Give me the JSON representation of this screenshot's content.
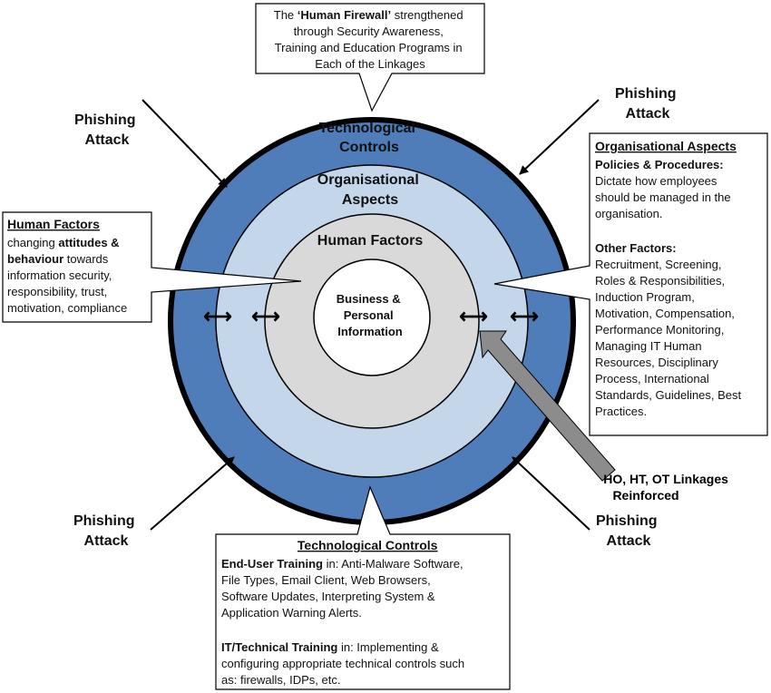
{
  "colors": {
    "outer_ring": "#4f7db9",
    "middle_ring": "#c4d6ea",
    "inner_ring": "#d9d9d9",
    "core": "#ffffff",
    "stroke": "#000000",
    "pointer_arrow": "#8c8c8c"
  },
  "rings": {
    "technological": [
      "Technological",
      "Controls"
    ],
    "organisational": [
      "Organisational",
      "Aspects"
    ],
    "human": "Human Factors",
    "core": [
      "Business &",
      "Personal",
      "Information"
    ]
  },
  "top_box": {
    "line1_pre": "The ",
    "line1_bold": "‘Human Firewall’",
    "line1_post": " strengthened",
    "line2": "through Security Awareness,",
    "line3": "Training and Education Programs in",
    "line4": "Each of the Linkages"
  },
  "phishing": {
    "line1": "Phishing",
    "line2": "Attack"
  },
  "human_box": {
    "title": "Human Factors",
    "line1_pre": "changing ",
    "line1_bold": "attitudes &",
    "line2_bold": "behaviour",
    "line2_post": " towards",
    "line3": "information security,",
    "line4": "responsibility, trust,",
    "line5": "motivation, compliance"
  },
  "org_box": {
    "title": "Organisational Aspects",
    "sub1": "Policies & Procedures:",
    "p1": [
      "Dictate how employees",
      "should be managed in the",
      "organisation."
    ],
    "sub2": "Other Factors:",
    "p2": [
      "Recruitment, Screening,",
      "Roles & Responsibilities,",
      "Induction Program,",
      "Motivation, Compensation,",
      "Performance Monitoring,",
      "Managing IT Human",
      "Resources, Disciplinary",
      "Process, International",
      "Standards, Guidelines, Best",
      "Practices."
    ]
  },
  "linkages": [
    "HO, HT, OT Linkages",
    "Reinforced"
  ],
  "tech_box": {
    "title": "Technological Controls",
    "b1_bold": "End-User Training",
    "b1_post": " in: Anti-Malware Software,",
    "b1_lines": [
      "File Types, Email Client, Web Browsers,",
      "Software Updates, Interpreting System &",
      "Application Warning Alerts."
    ],
    "b2_bold": "IT/Technical Training",
    "b2_post": " in: Implementing &",
    "b2_lines": [
      "configuring appropriate technical controls such",
      "as: firewalls, IDPs, etc."
    ]
  },
  "link_arrow": "⟷"
}
